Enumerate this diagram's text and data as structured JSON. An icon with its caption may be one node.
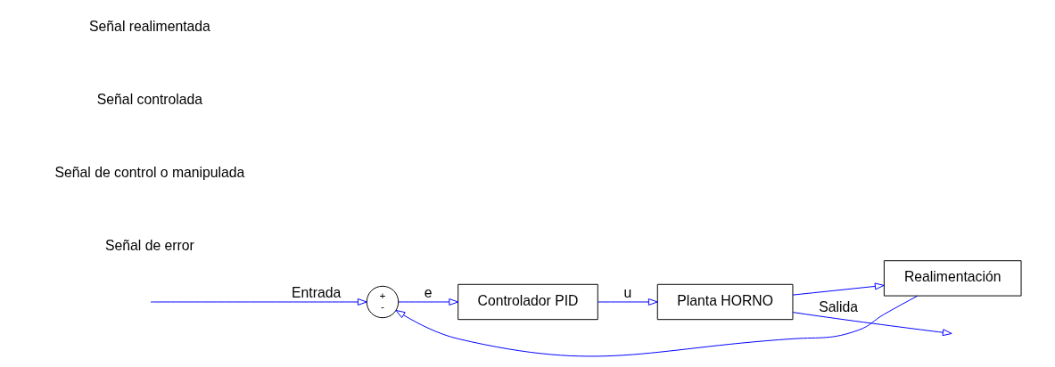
{
  "diagram": {
    "nodes": [
      {
        "text": [
          "+",
          "-"
        ]
      },
      {
        "text": [
          "Controlador PID"
        ]
      },
      {
        "text": [
          "Planta HORNO"
        ]
      },
      {
        "text": [
          "Realimentación"
        ]
      }
    ],
    "edges": [
      {
        "from": null,
        "to": 0,
        "arrow": "to",
        "label": "Entrada"
      },
      {
        "from": 0,
        "to": 1,
        "arrow": "to",
        "label": "e"
      },
      {
        "from": 1,
        "to": 2,
        "arrow": "to",
        "label": "u"
      },
      {
        "from": 2,
        "to": null,
        "arrow": "to",
        "label": "Salida"
      },
      {
        "from": 2,
        "to": 3,
        "arrow": "to"
      },
      {
        "from": 3,
        "to": 0,
        "arrow": "to"
      }
    ],
    "labels": [
      "Señal de error",
      "Señal de control o manipulada",
      "Señal controlada",
      "Señal realimentada"
    ]
  }
}
